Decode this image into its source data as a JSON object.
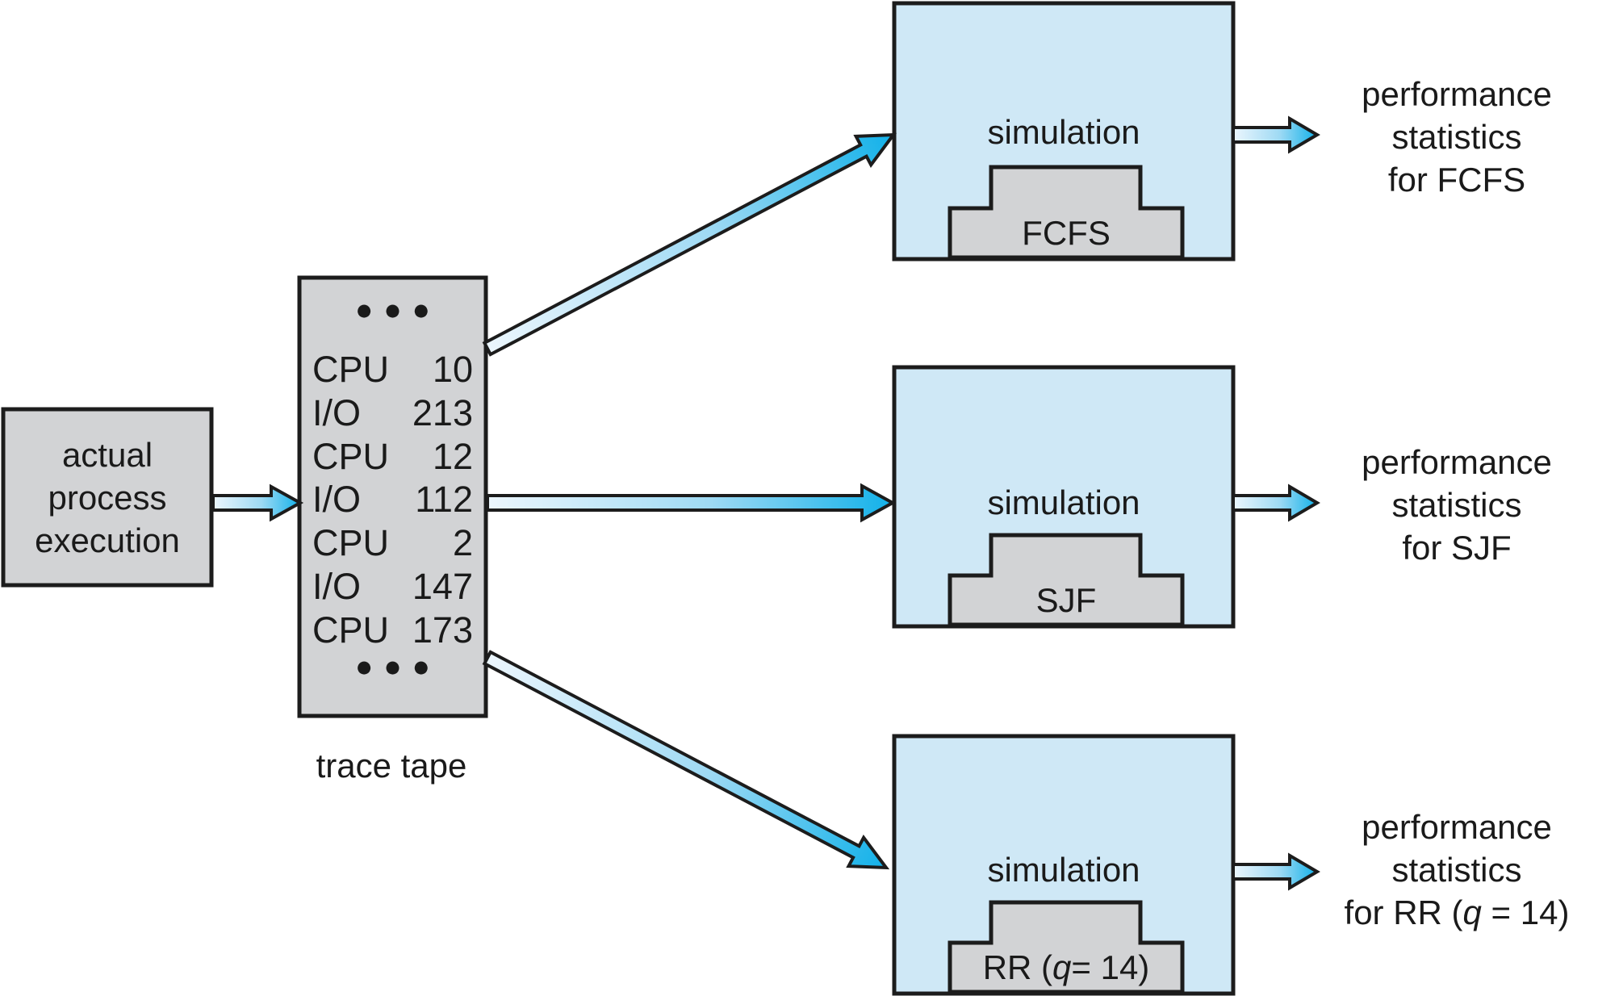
{
  "colors": {
    "box_gray": "#d2d3d5",
    "box_blue": "#cfe8f6",
    "outline": "#1c1c1c",
    "text": "#1a1a1a",
    "arrow_tail": "#ecf6fd",
    "arrow_mid": "#9fdaf4",
    "arrow_head": "#12b1e9"
  },
  "actual_process": {
    "lines": [
      "actual",
      "process",
      "execution"
    ]
  },
  "trace_tape": {
    "ellipsis": "●●●",
    "caption": "trace tape",
    "rows": [
      {
        "label": "CPU",
        "value": "10"
      },
      {
        "label": "I/O",
        "value": "213"
      },
      {
        "label": "CPU",
        "value": "12"
      },
      {
        "label": "I/O",
        "value": "112"
      },
      {
        "label": "CPU",
        "value": "2"
      },
      {
        "label": "I/O",
        "value": "147"
      },
      {
        "label": "CPU",
        "value": "173"
      }
    ]
  },
  "simulations": [
    {
      "title": "simulation",
      "algo": {
        "pre": "FCFS",
        "q": "",
        "post": ""
      },
      "output": {
        "line1": "performance",
        "line2": "statistics",
        "line3": {
          "pre": "for FCFS",
          "q": "",
          "post": ""
        }
      }
    },
    {
      "title": "simulation",
      "algo": {
        "pre": "SJF",
        "q": "",
        "post": ""
      },
      "output": {
        "line1": "performance",
        "line2": "statistics",
        "line3": {
          "pre": "for SJF",
          "q": "",
          "post": ""
        }
      }
    },
    {
      "title": "simulation",
      "algo": {
        "pre": "RR (",
        "q": "q",
        "post": " = 14)"
      },
      "output": {
        "line1": "performance",
        "line2": "statistics",
        "line3": {
          "pre": "for RR (",
          "q": "q",
          "post": " = 14)"
        }
      }
    }
  ]
}
